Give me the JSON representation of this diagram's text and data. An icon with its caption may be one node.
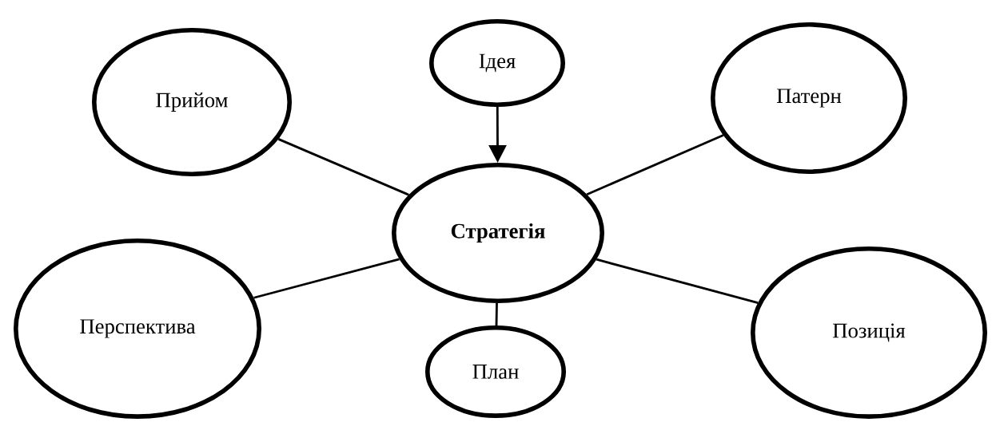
{
  "diagram": {
    "nodes": [
      {
        "text": [
          "Ідея"
        ]
      },
      {
        "text": [
          "Прийом"
        ]
      },
      {
        "text": [
          "Патерн"
        ]
      },
      {
        "text": [
          "**Стратегія**"
        ]
      },
      {
        "text": [
          "Перспектива"
        ]
      },
      {
        "text": [
          "Позиція"
        ]
      },
      {
        "text": [
          "План"
        ]
      }
    ],
    "edges": [
      {
        "from": 0,
        "to": 3,
        "arrow": "to"
      },
      {
        "from": 1,
        "to": 3,
        "arrow": "none"
      },
      {
        "from": 2,
        "to": 3,
        "arrow": "none"
      },
      {
        "from": 4,
        "to": 3,
        "arrow": "none"
      },
      {
        "from": 5,
        "to": 3,
        "arrow": "none"
      },
      {
        "from": 6,
        "to": 3,
        "arrow": "none"
      }
    ]
  }
}
